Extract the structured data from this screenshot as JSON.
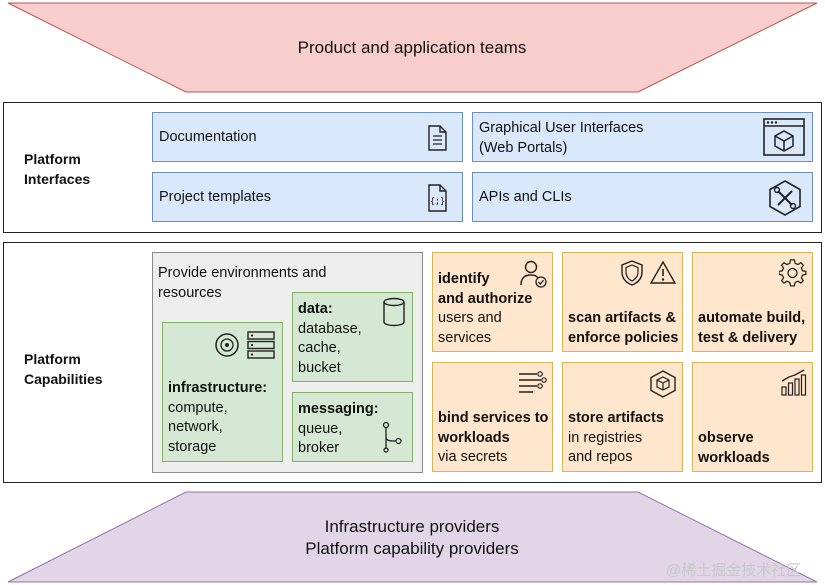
{
  "top_band": {
    "text": "Product and application teams",
    "fill": "#f8cecc",
    "stroke": "#b85450"
  },
  "bottom_band": {
    "line1": "Infrastructure providers",
    "line2": "Platform capability providers",
    "fill": "#e1d5e7",
    "stroke": "#9673a6"
  },
  "interfaces": {
    "label1": "Platform",
    "label2": "Interfaces",
    "documentation": "Documentation",
    "gui_line1": "Graphical User Interfaces",
    "gui_line2": "(Web Portals)",
    "templates": "Project templates",
    "apis": "APIs and CLIs"
  },
  "capabilities": {
    "label1": "Platform",
    "label2": "Capabilities",
    "env_line1": "Provide environments and",
    "env_line2": "resources",
    "infra": {
      "title": "infrastructure:",
      "l1": "compute,",
      "l2": "network,",
      "l3": "storage"
    },
    "data": {
      "title": "data:",
      "l1": "database,",
      "l2": "cache,",
      "l3": "bucket"
    },
    "messaging": {
      "title": "messaging:",
      "l1": "queue,",
      "l2": "broker"
    },
    "identify": {
      "b1": "identify",
      "b2": "and authorize",
      "l1": "users and",
      "l2": "services"
    },
    "scan": {
      "b1": "scan artifacts &",
      "b2": "enforce policies"
    },
    "automate": {
      "b1": "automate build,",
      "b2": "test & delivery"
    },
    "bind": {
      "b1": "bind services to",
      "b2": "workloads",
      "l1": "via secrets"
    },
    "store": {
      "b1": "store artifacts",
      "l1": "in registries",
      "l2": "and repos"
    },
    "observe": {
      "b1": "observe",
      "b2": "workloads"
    }
  },
  "icons": [
    "document-icon",
    "browser-cube-icon",
    "code-file-icon",
    "tools-hexagon-icon",
    "disc-icon",
    "server-rack-icon",
    "database-icon",
    "queue-branch-icon",
    "user-check-icon",
    "shield-icon",
    "warning-icon",
    "gear-icon",
    "pipeline-icon",
    "package-icon",
    "bar-chart-icon"
  ],
  "watermark": "@稀土掘金技术社区"
}
